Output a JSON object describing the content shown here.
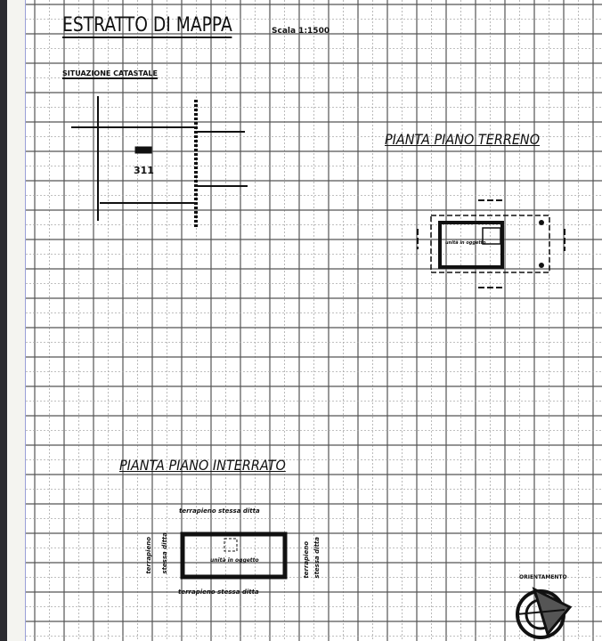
{
  "document": {
    "title": "ESTRATTO DI MAPPA",
    "scale": "Scala 1:1500",
    "section_situation": "SITUAZIONE CATASTALE",
    "parcel_number": "311",
    "ground_floor_title": "PIANTA PIANO TERRENO",
    "basement_title": "PIANTA PIANO INTERRATO",
    "basement_labels": {
      "top": "terrapieno stessa ditta",
      "bottom": "terrapieno stessa ditta",
      "left_a": "terrapieno",
      "left_b": "stessa ditta",
      "right_a": "terrapieno",
      "right_b": "stessa ditta",
      "room": "unità in oggetto"
    },
    "ground_room_label": "unità in oggetto",
    "orientation_label": "ORIENTAMENTO"
  }
}
